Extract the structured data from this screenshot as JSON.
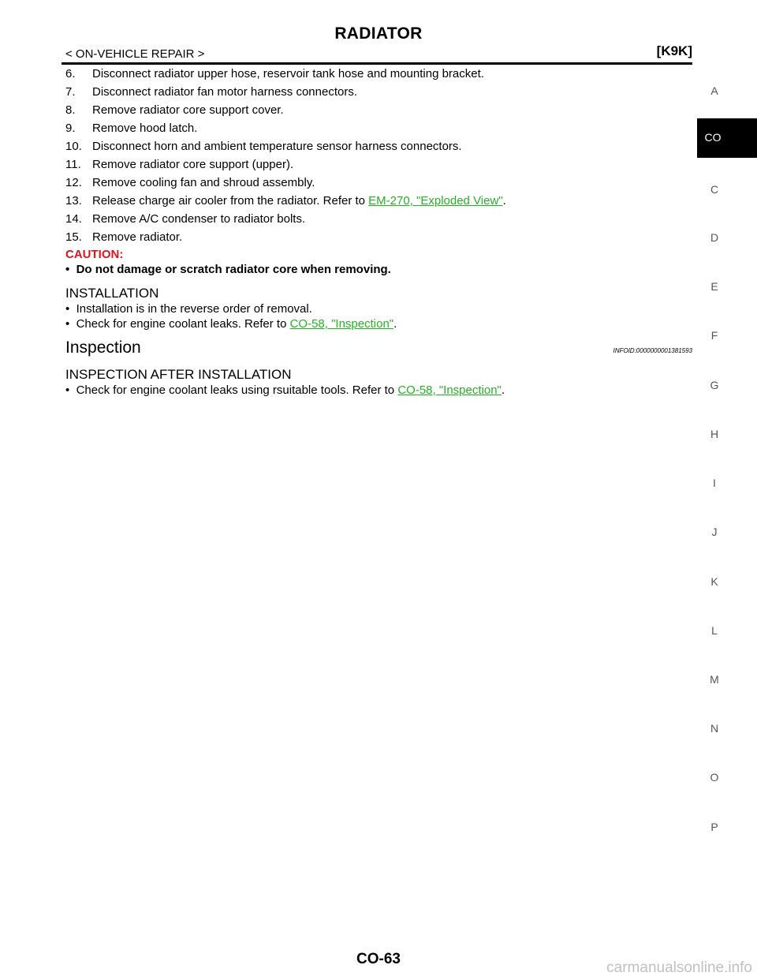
{
  "header": {
    "title": "RADIATOR",
    "section": "< ON-VEHICLE REPAIR >",
    "engine": "[K9K]"
  },
  "steps": [
    {
      "num": "6.",
      "text": "Disconnect radiator upper hose, reservoir tank hose and mounting bracket."
    },
    {
      "num": "7.",
      "text": "Disconnect radiator fan motor harness connectors."
    },
    {
      "num": "8.",
      "text": "Remove radiator core support cover."
    },
    {
      "num": "9.",
      "text": "Remove hood latch."
    },
    {
      "num": "10.",
      "text": "Disconnect horn and ambient temperature sensor harness connectors."
    },
    {
      "num": "11.",
      "text": "Remove radiator core support (upper)."
    },
    {
      "num": "12.",
      "text": "Remove cooling fan and shroud assembly."
    },
    {
      "num": "13.",
      "text": "Release charge air cooler from the radiator. Refer to ",
      "link": "EM-270, \"Exploded View\"",
      "after": "."
    },
    {
      "num": "14.",
      "text": "Remove A/C condenser to radiator bolts."
    },
    {
      "num": "15.",
      "text": "Remove radiator."
    }
  ],
  "caution": {
    "title": "CAUTION:",
    "item": "Do not damage or scratch radiator core when removing."
  },
  "installation": {
    "heading": "INSTALLATION",
    "bullet1": "Installation is in the reverse order of removal.",
    "bullet2_text": "Check for engine coolant leaks. Refer to ",
    "bullet2_link": "CO-58, \"Inspection\"",
    "bullet2_after": "."
  },
  "inspection": {
    "heading": "Inspection",
    "infoid": "INFOID:0000000001381593",
    "subheading": "INSPECTION AFTER INSTALLATION",
    "bullet_text": "Check for engine coolant leaks using rsuitable tools. Refer to ",
    "bullet_link": "CO-58, \"Inspection\"",
    "bullet_after": "."
  },
  "sidebar": {
    "letters": [
      "A",
      "C",
      "D",
      "E",
      "F",
      "G",
      "H",
      "I",
      "J",
      "K",
      "L",
      "M",
      "N",
      "O",
      "P"
    ],
    "active_tab": "CO"
  },
  "footer": {
    "page": "CO-63",
    "watermark": "carmanualsonline.info"
  },
  "colors": {
    "link": "#22b422",
    "caution": "#e0141e",
    "tab_bg": "#000000"
  }
}
